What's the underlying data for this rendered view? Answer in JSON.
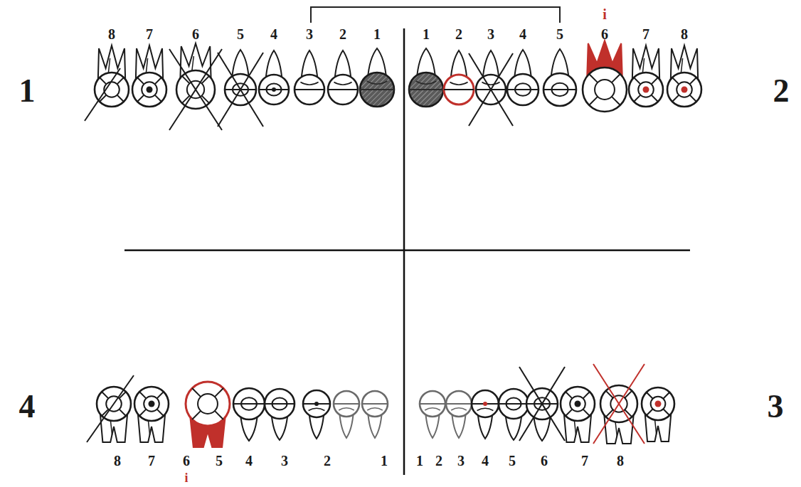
{
  "diagram": {
    "labels": [
      "i",
      "8",
      "7",
      "6",
      "5",
      "4",
      "3",
      "2",
      "1",
      "1",
      "2",
      "3",
      "4",
      "5",
      "6",
      "7",
      "8",
      "1",
      "2",
      "4",
      "3",
      "8",
      "7",
      "6",
      "5",
      "4",
      "3",
      "2",
      "1",
      "1",
      "2",
      "3",
      "4",
      "5",
      "6",
      "7",
      "8",
      "i"
    ]
  }
}
